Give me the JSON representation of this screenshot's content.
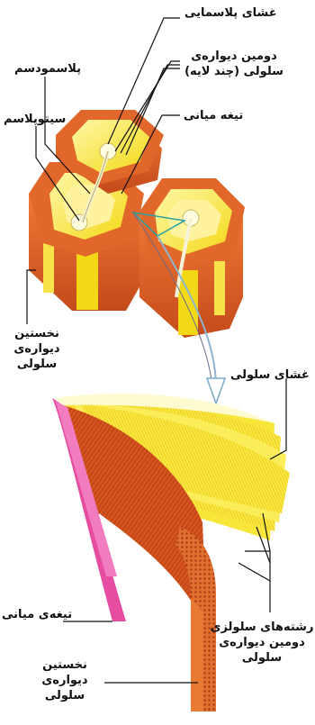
{
  "labels": {
    "plasma_membrane": "غشای پلاسمایی",
    "secondary_wall": "دومین دیواره‌ی سلولی (چند لایه)",
    "plasmodesma": "پلاسمودسم",
    "cytoplasm": "سیتوپلاسم",
    "middle_lamella_top": "تیغه میانی",
    "primary_wall_top": "نخستین دیواره‌ی سلولی",
    "cell_membrane": "غشای سلولی",
    "middle_lamella_bottom": "تیغه‌ی میانی",
    "cellulose_fibers": "رشته‌های سلولزی دومین دیواره‌ی سلولی",
    "primary_wall_bottom": "نخستین دیواره‌ی سلولی"
  },
  "colors": {
    "outer_wall": "#e2672a",
    "outer_wall_dark": "#b8431a",
    "inner_yellow": "#f6e21a",
    "pale_yellow": "#fff2a0",
    "middle_lamella_pink": "#e64ca0",
    "arrow_blue": "#7aa8c8"
  }
}
